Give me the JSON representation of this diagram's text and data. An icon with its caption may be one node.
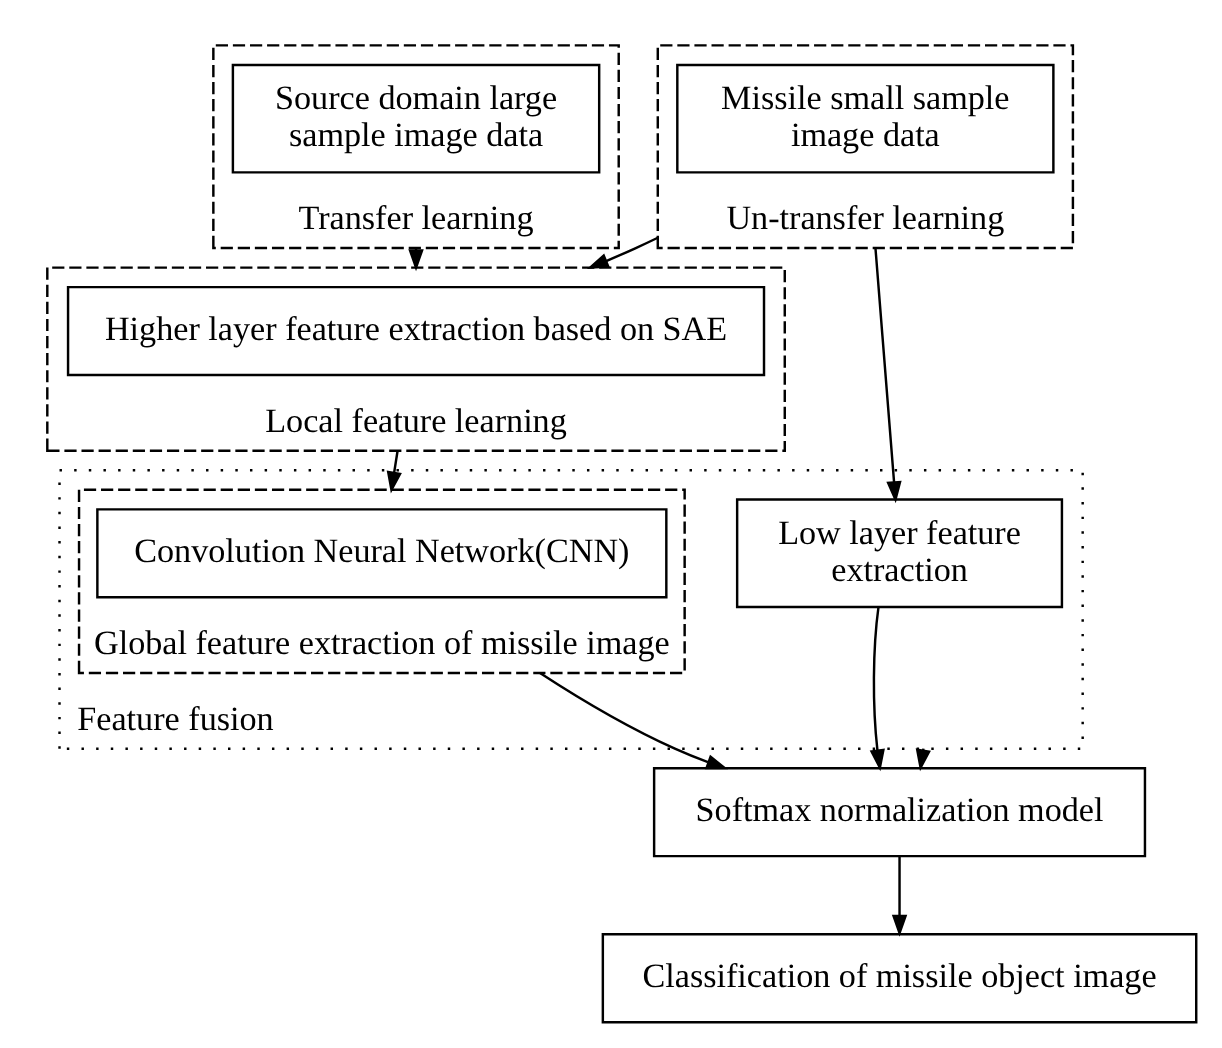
{
  "diagram": {
    "nodes": [
      {
        "text": [
          "Un-transfer learning"
        ]
      },
      {
        "text": [
          "Missile small sample image data"
        ],
        "in": 0
      },
      {
        "text": [
          "Transfer learning"
        ]
      },
      {
        "text": [
          "Source domain large sample image data"
        ],
        "in": 2
      },
      {
        "text": [
          "Local feature learning"
        ]
      },
      {
        "text": [
          "Higher layer feature extraction based on SAE"
        ],
        "in": 4
      },
      {
        "text": [
          "Feature fusion"
        ]
      },
      {
        "text": [
          "Low layer feature extraction"
        ],
        "in": 6
      },
      {
        "text": [
          "Global feature extraction of missile image"
        ],
        "in": 6
      },
      {
        "text": [
          "Convolution Neural Network(CNN)"
        ],
        "in": 8
      },
      {
        "text": [
          "Softmax normalization model"
        ]
      },
      {
        "text": [
          "Classification of missile object image"
        ]
      }
    ],
    "edges": [
      {
        "from": 0,
        "to": 4,
        "arrow": "to"
      },
      {
        "from": 2,
        "to": 4,
        "arrow": "to"
      },
      {
        "from": 0,
        "to": 7,
        "arrow": "to"
      },
      {
        "from": 4,
        "to": 8,
        "arrow": "to"
      },
      {
        "from": 7,
        "to": 10,
        "arrow": "to"
      },
      {
        "from": 6,
        "to": 10,
        "arrow": "to"
      },
      {
        "from": 8,
        "to": 10,
        "arrow": "to"
      },
      {
        "from": 10,
        "to": 11,
        "arrow": "to"
      }
    ]
  }
}
